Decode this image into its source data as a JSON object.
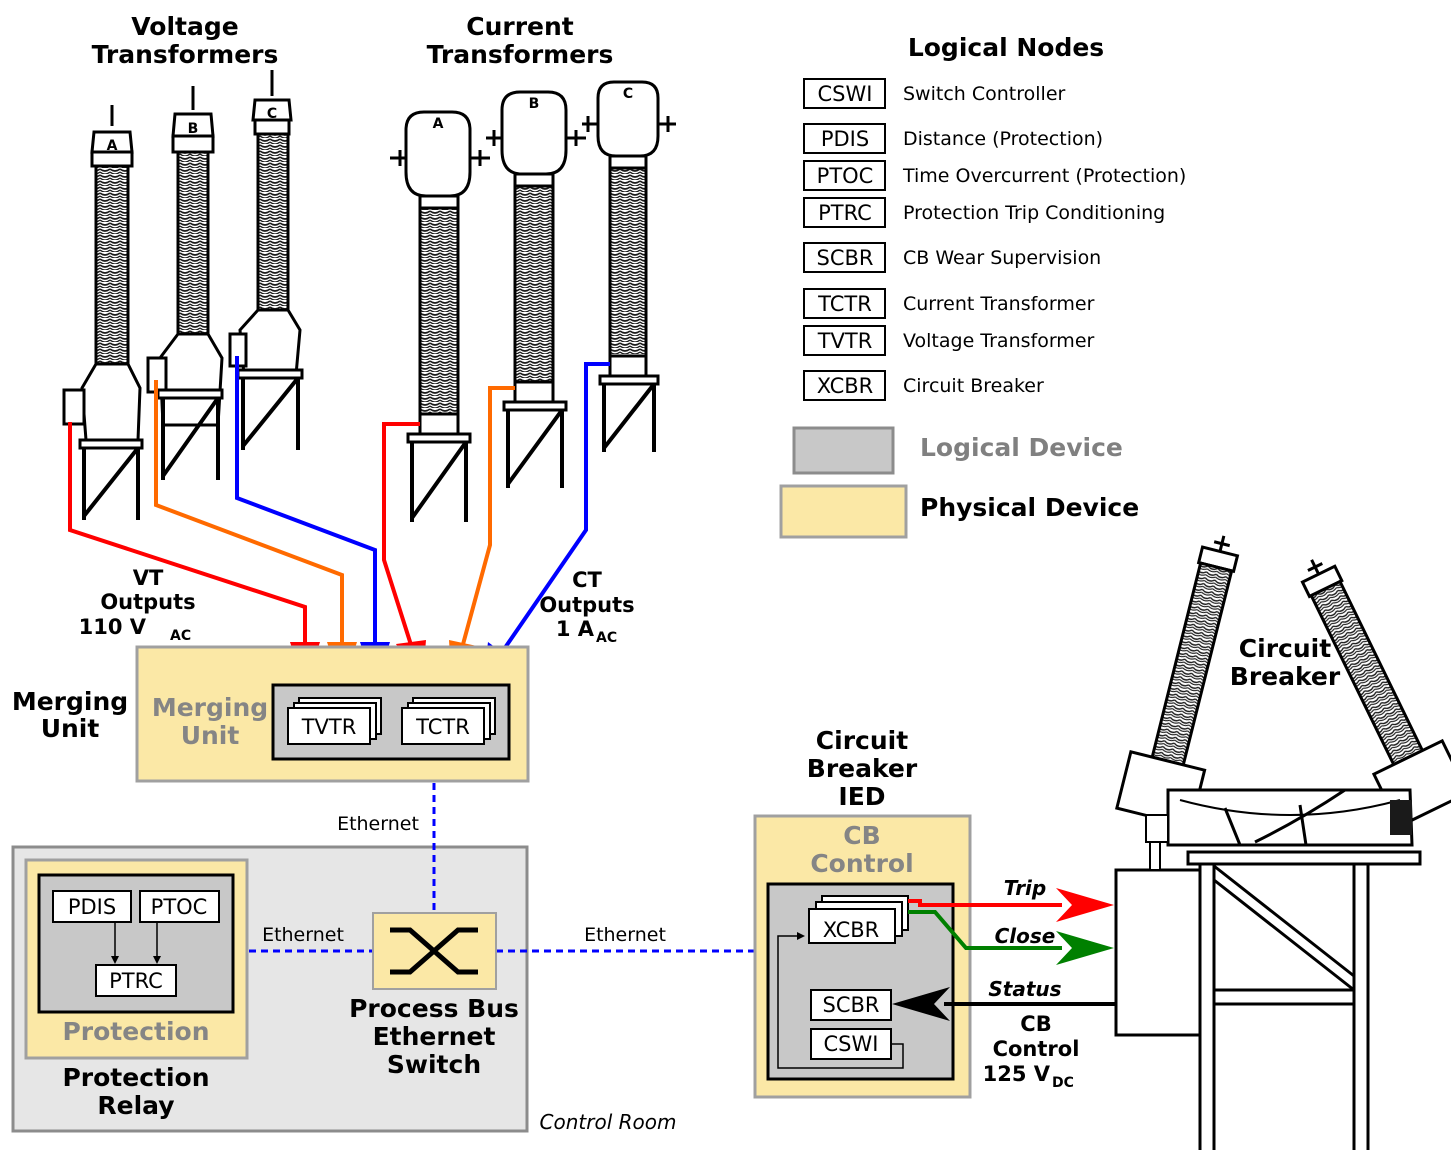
{
  "headings": {
    "vt": [
      "Voltage",
      "Transformers"
    ],
    "ct": [
      "Current",
      "Transformers"
    ],
    "circuit_breaker": [
      "Circuit",
      "Breaker"
    ],
    "cb_ied": [
      "Circuit",
      "Breaker",
      "IED"
    ],
    "merging_unit": [
      "Merging",
      "Unit"
    ]
  },
  "phases": [
    "A",
    "B",
    "C"
  ],
  "legend": {
    "title": "Logical Nodes",
    "items": [
      {
        "code": "CSWI",
        "desc": "Switch Controller"
      },
      {
        "code": "PDIS",
        "desc": "Distance (Protection)"
      },
      {
        "code": "PTOC",
        "desc": "Time Overcurrent (Protection)"
      },
      {
        "code": "PTRC",
        "desc": "Protection Trip Conditioning"
      },
      {
        "code": "SCBR",
        "desc": "CB Wear Supervision"
      },
      {
        "code": "TCTR",
        "desc": "Current Transformer"
      },
      {
        "code": "TVTR",
        "desc": "Voltage Transformer"
      },
      {
        "code": "XCBR",
        "desc": "Circuit Breaker"
      }
    ],
    "logical_device": "Logical Device",
    "physical_device": "Physical Device"
  },
  "outputs": {
    "vt": {
      "line1": "VT",
      "line2": "Outputs",
      "value": "110 V",
      "sub": "AC"
    },
    "ct": {
      "line1": "CT",
      "line2": "Outputs",
      "value": "1 A",
      "sub": "AC"
    }
  },
  "merging_unit_device": {
    "name": [
      "Merging",
      "Unit"
    ],
    "nodes": [
      "TVTR",
      "TCTR"
    ]
  },
  "network": {
    "ethernet": "Ethernet",
    "switch": [
      "Process Bus",
      "Ethernet",
      "Switch"
    ]
  },
  "protection": {
    "device": "Protection",
    "relay": [
      "Protection",
      "Relay"
    ],
    "nodes": [
      "PDIS",
      "PTOC",
      "PTRC"
    ]
  },
  "control_room": "Control Room",
  "cb_control": {
    "device": [
      "CB",
      "Control"
    ],
    "nodes": [
      "XCBR",
      "SCBR",
      "CSWI"
    ]
  },
  "signals": {
    "trip": "Trip",
    "close": "Close",
    "status": "Status"
  },
  "cb_supply": {
    "line1": "CB",
    "line2": "Control",
    "value": "125 V",
    "sub": "DC"
  },
  "colors": {
    "phase_a": "#ff0000",
    "phase_b": "#ff6a00",
    "phase_c": "#0000ff",
    "close": "#008000",
    "physical": "#fbe8a6",
    "logical": "#c8c8c8",
    "room": "#e6e6e6",
    "border": "#a0a0a0"
  }
}
